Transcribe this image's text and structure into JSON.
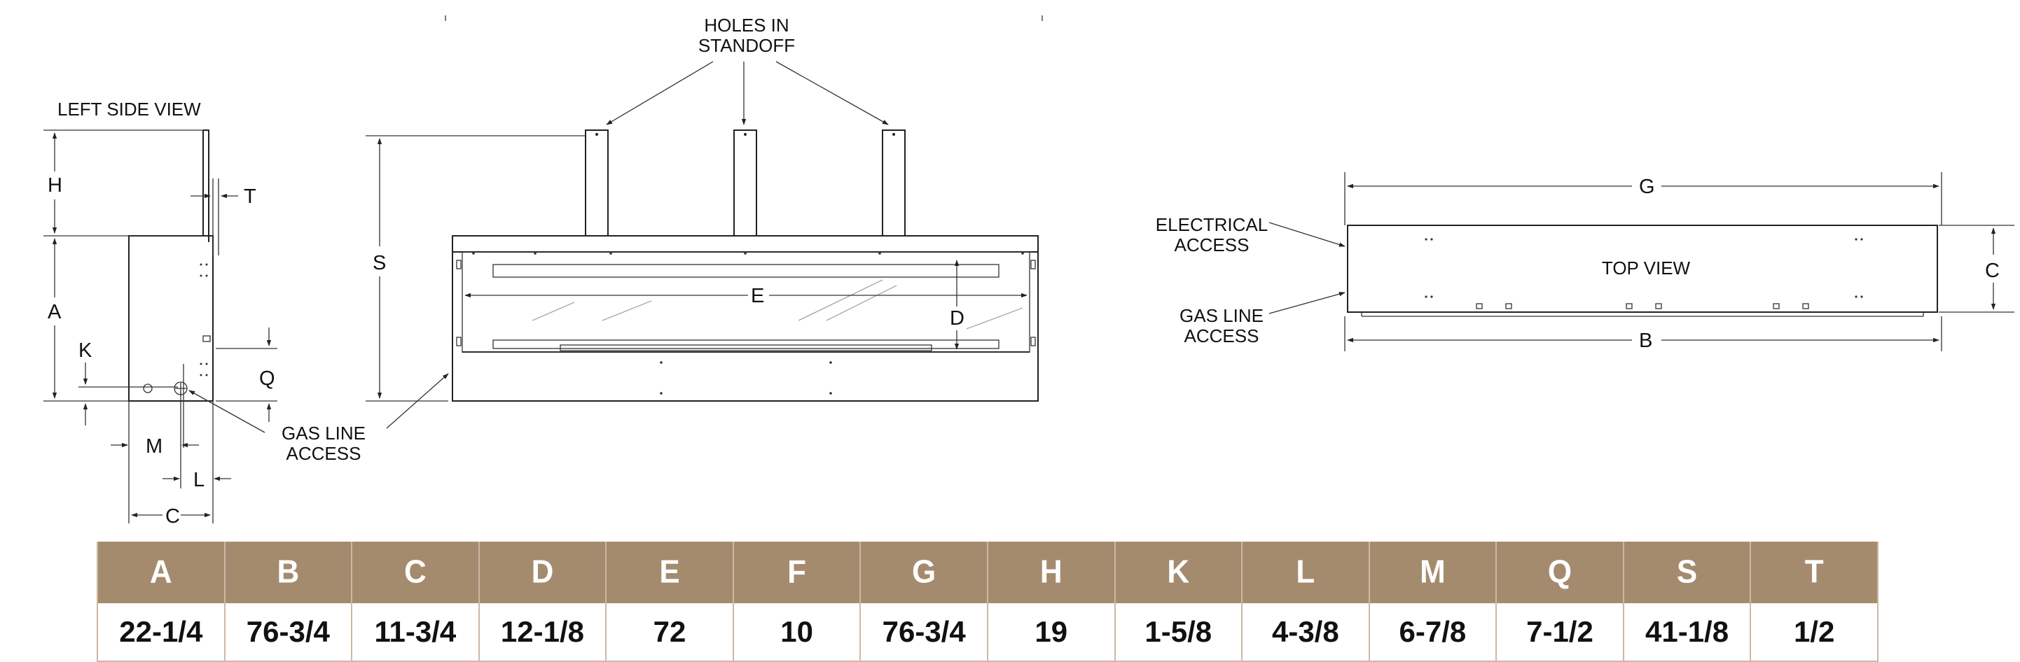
{
  "left_view": {
    "title": "LEFT SIDE VIEW",
    "dims": {
      "H": "H",
      "T": "T",
      "A": "A",
      "K": "K",
      "Q": "Q",
      "M": "M",
      "L": "L",
      "C": "C"
    }
  },
  "front_view": {
    "holes_label_line1": "HOLES IN",
    "holes_label_line2": "STANDOFF",
    "gas_label_line1": "GAS LINE",
    "gas_label_line2": "ACCESS",
    "dims": {
      "S": "S",
      "E": "E",
      "D": "D"
    }
  },
  "top_view": {
    "title": "TOP VIEW",
    "electrical_line1": "ELECTRICAL",
    "electrical_line2": "ACCESS",
    "gas_line1": "GAS LINE",
    "gas_line2": "ACCESS",
    "dims": {
      "G": "G",
      "C": "C",
      "B": "B"
    }
  },
  "table": {
    "headers": [
      "A",
      "B",
      "C",
      "D",
      "E",
      "F",
      "G",
      "H",
      "K",
      "L",
      "M",
      "Q",
      "S",
      "T"
    ],
    "values": [
      "22-1/4",
      "76-3/4",
      "11-3/4",
      "12-1/8",
      "72",
      "10",
      "76-3/4",
      "19",
      "1-5/8",
      "4-3/8",
      "6-7/8",
      "7-1/2",
      "41-1/8",
      "1/2"
    ]
  },
  "colors": {
    "header_bg": "#a58b6e",
    "header_text": "#ffffff",
    "border": "#c9b9a6",
    "line": "#222222"
  }
}
